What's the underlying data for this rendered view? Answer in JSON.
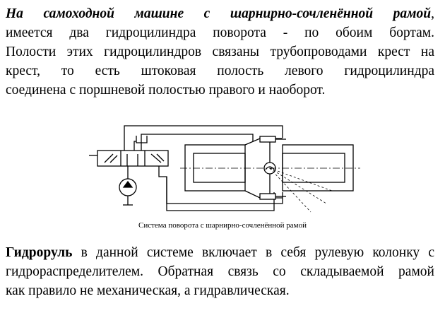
{
  "paragraph1": {
    "lead": "На самоходной машине с шарнирно-сочленённой рамой",
    "lead_tail": ",",
    "line1_rest": "имеется два гидроцилиндра поворота - по обоим бортам.",
    "line2": "Полости этих гидроцилиндров связаны трубопроводами крест на",
    "line3": "крест, то есть штоковая полость левого гидроцилиндра",
    "line4": "соединена с поршневой полостью правого и наоборот."
  },
  "figure": {
    "caption": "Система поворота с шарнирно-сочленённой рамой"
  },
  "paragraph2": {
    "term": "Гидроруль",
    "line1_rest": " в данной системе включает в себя рулевую колонку с",
    "line2": "гидрораспределителем. Обратная связь со складываемой рамой",
    "line3": "как правило не механическая, а гидравлическая."
  }
}
